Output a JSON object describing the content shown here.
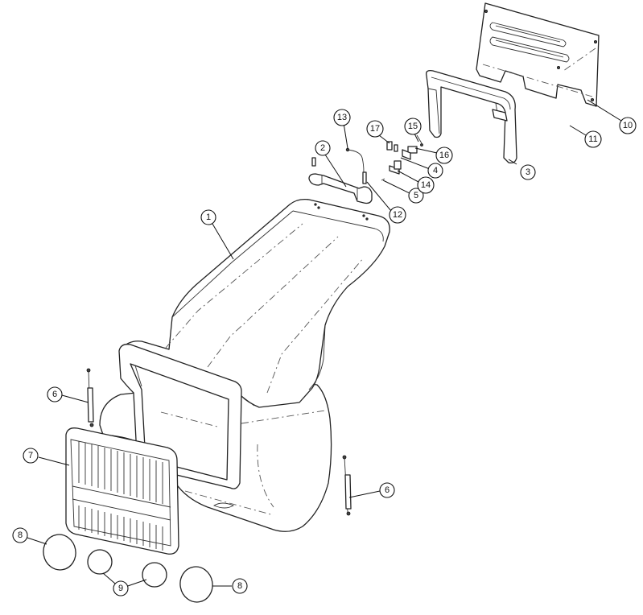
{
  "callouts": [
    {
      "id": "c1",
      "label": "1"
    },
    {
      "id": "c2",
      "label": "2"
    },
    {
      "id": "c3",
      "label": "3"
    },
    {
      "id": "c4",
      "label": "4"
    },
    {
      "id": "c5",
      "label": "5"
    },
    {
      "id": "c6a",
      "label": "6"
    },
    {
      "id": "c6b",
      "label": "6"
    },
    {
      "id": "c7",
      "label": "7"
    },
    {
      "id": "c8a",
      "label": "8"
    },
    {
      "id": "c8b",
      "label": "8"
    },
    {
      "id": "c9",
      "label": "9"
    },
    {
      "id": "c10",
      "label": "10"
    },
    {
      "id": "c11",
      "label": "11"
    },
    {
      "id": "c12",
      "label": "12"
    },
    {
      "id": "c13",
      "label": "13"
    },
    {
      "id": "c14",
      "label": "14"
    },
    {
      "id": "c15",
      "label": "15"
    },
    {
      "id": "c16",
      "label": "16"
    },
    {
      "id": "c17",
      "label": "17"
    }
  ]
}
